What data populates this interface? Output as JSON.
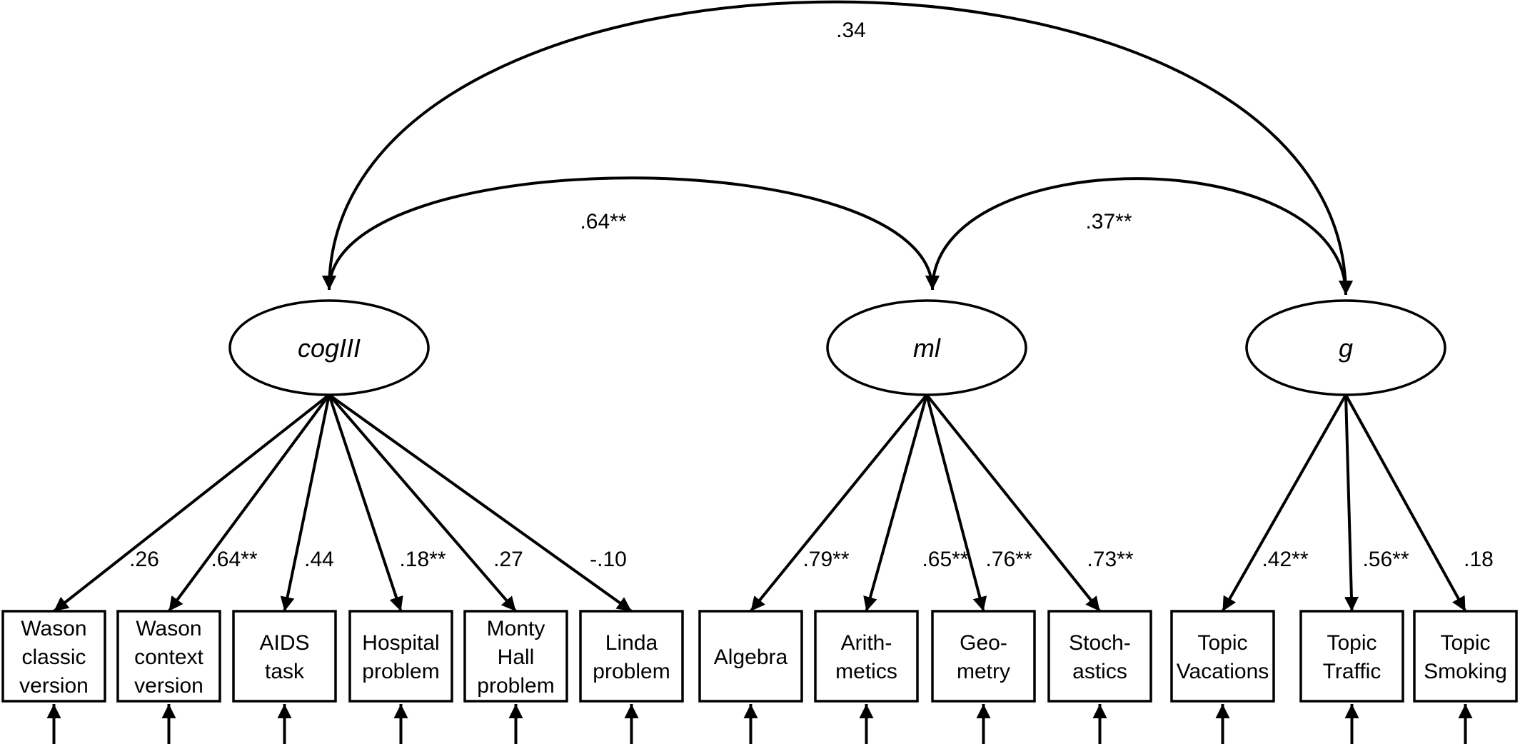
{
  "latents": [
    {
      "id": "cog",
      "label": "cogIII"
    },
    {
      "id": "ml",
      "label": "ml"
    },
    {
      "id": "g",
      "label": "g"
    }
  ],
  "indicators": [
    {
      "id": "wason-classic",
      "lines": [
        "Wason",
        "classic",
        "version"
      ],
      "loading": ".26"
    },
    {
      "id": "wason-context",
      "lines": [
        "Wason",
        "context",
        "version"
      ],
      "loading": ".64**"
    },
    {
      "id": "aids-task",
      "lines": [
        "AIDS",
        "task"
      ],
      "loading": ".44"
    },
    {
      "id": "hospital-problem",
      "lines": [
        "Hospital",
        "problem"
      ],
      "loading": ".18**"
    },
    {
      "id": "monty-hall-problem",
      "lines": [
        "Monty",
        "Hall",
        "problem"
      ],
      "loading": ".27"
    },
    {
      "id": "linda-problem",
      "lines": [
        "Linda",
        "problem"
      ],
      "loading": "-.10"
    },
    {
      "id": "algebra",
      "lines": [
        "Algebra"
      ],
      "loading": ".79**"
    },
    {
      "id": "arithmetics",
      "lines": [
        "Arith-",
        "metics"
      ],
      "loading": ".65**"
    },
    {
      "id": "geometry",
      "lines": [
        "Geo-",
        "metry"
      ],
      "loading": ".76**"
    },
    {
      "id": "stochastics",
      "lines": [
        "Stoch-",
        "astics"
      ],
      "loading": ".73**"
    },
    {
      "id": "topic-vacations",
      "lines": [
        "Topic",
        "Vacations"
      ],
      "loading": ".42**"
    },
    {
      "id": "topic-traffic",
      "lines": [
        "Topic",
        "Traffic"
      ],
      "loading": ".56**"
    },
    {
      "id": "topic-smoking",
      "lines": [
        "Topic",
        "Smoking"
      ],
      "loading": ".18"
    }
  ],
  "correlations": [
    {
      "id": "cog-g",
      "value": ".34"
    },
    {
      "id": "cog-ml",
      "value": ".64**"
    },
    {
      "id": "ml-g",
      "value": ".37**"
    }
  ]
}
